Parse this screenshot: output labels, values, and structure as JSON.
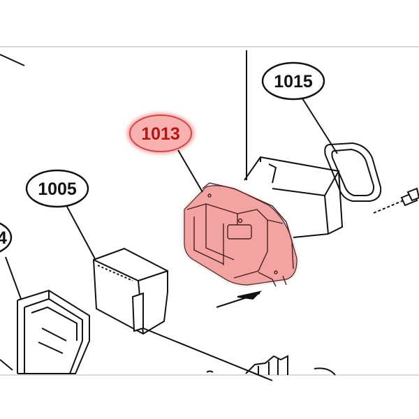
{
  "diagram": {
    "callouts": [
      {
        "id": "part-1015",
        "label": "1015",
        "highlighted": false
      },
      {
        "id": "part-1013",
        "label": "1013",
        "highlighted": true
      },
      {
        "id": "part-1005",
        "label": "1005",
        "highlighted": false
      },
      {
        "id": "part-1004-partial",
        "label": "4",
        "highlighted": false
      }
    ],
    "colors": {
      "line": "#111111",
      "highlight_fill": "#f59a9a",
      "highlight_text": "#b01818",
      "callout_fill": "#ffffff"
    }
  }
}
